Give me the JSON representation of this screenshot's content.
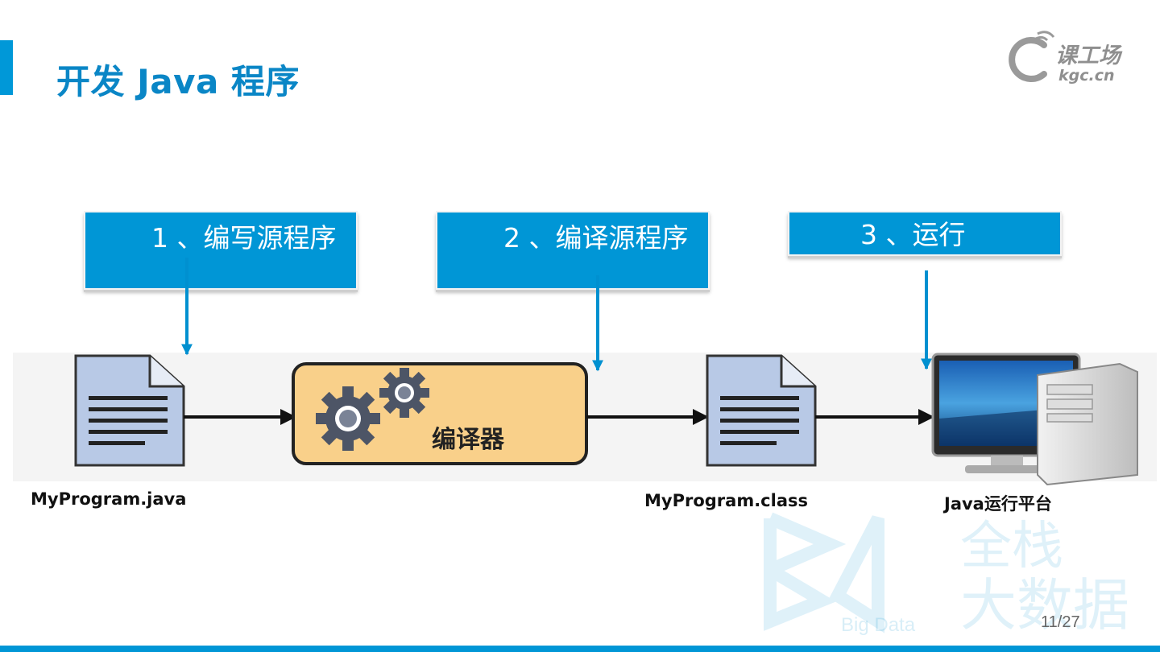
{
  "title": "开发 Java 程序",
  "logo": {
    "main": "课工场",
    "sub": "kgc.cn"
  },
  "steps": [
    {
      "label": "1 、编写源程序"
    },
    {
      "label": "2 、编译源程序"
    },
    {
      "label": "3 、运行"
    }
  ],
  "diagram": {
    "compiler_label": "编译器",
    "source_file": "MyProgram.java",
    "class_file": "MyProgram.class",
    "platform": "Java运行平台"
  },
  "watermark": {
    "line1": "全栈",
    "line2": "大数据",
    "sub": "Big Data"
  },
  "page_number": "11/27",
  "colors": {
    "accent": "#0096D6",
    "title": "#0A86C6",
    "compiler_fill": "#F9D08A",
    "document_fill": "#B8C9E6"
  }
}
